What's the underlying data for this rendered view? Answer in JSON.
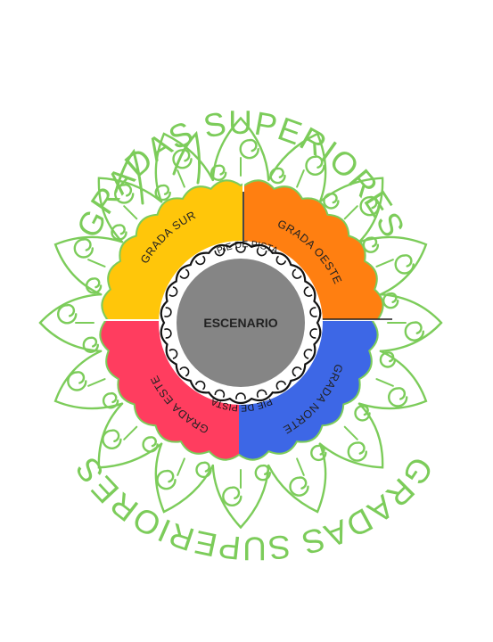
{
  "map": {
    "upper_tier": {
      "label_top": "GRADAS SUPERIORES",
      "label_bottom": "GRADAS SUPERIORES",
      "color": "#7ccc5a"
    },
    "sections": [
      {
        "id": "sur",
        "label": "GRADA SUR",
        "color": "#ffc60a"
      },
      {
        "id": "oeste",
        "label": "GRADA OESTE",
        "color": "#ff7f11"
      },
      {
        "id": "este",
        "label": "GRADA ESTE",
        "color": "#ff3d5f"
      },
      {
        "id": "norte",
        "label": "GRADA NORTE",
        "color": "#3d67e6"
      }
    ],
    "floor": {
      "label_top": "PIE DE PISTA",
      "label_bottom": "PIE DE PISTA"
    },
    "stage": {
      "label": "ESCENARIO",
      "color": "#858585"
    },
    "divider_color": "#1a1a1a",
    "floor_scallop_color": "#111111"
  }
}
